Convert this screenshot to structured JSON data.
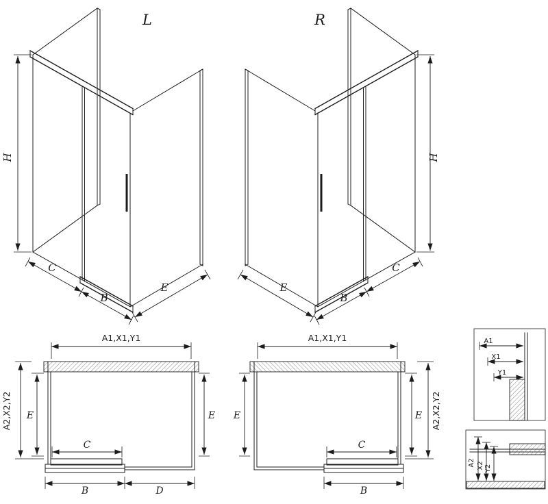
{
  "colors": {
    "line": "#1c1c1c",
    "hatch": "#666666",
    "background": "#ffffff"
  },
  "iso_left": {
    "variant": "L",
    "h": "H",
    "c": "C",
    "b": "B",
    "e": "E"
  },
  "iso_right": {
    "variant": "R",
    "h": "H",
    "c": "C",
    "b": "B",
    "e": "E"
  },
  "plan_left": {
    "top_dim": "A1,X1,Y1",
    "side_dim": "A2,X2,Y2",
    "e_left": "E",
    "e_right": "E",
    "c": "C",
    "b": "B",
    "d": "D"
  },
  "plan_right": {
    "top_dim": "A1,X1,Y1",
    "side_dim": "A2,X2,Y2",
    "e_left": "E",
    "e_right": "E",
    "c": "C",
    "b": "B"
  },
  "detail_top": {
    "a1": "A1",
    "x1": "X1",
    "y1": "Y1"
  },
  "detail_bottom": {
    "a2": "A2",
    "x2": "X2",
    "y2": "Y2"
  }
}
